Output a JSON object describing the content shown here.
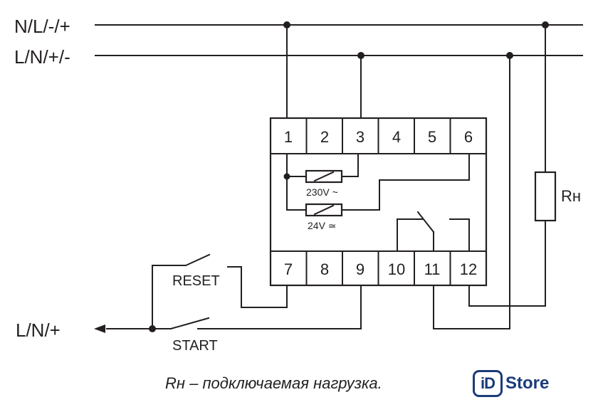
{
  "lines": {
    "top": "N/L/-/+",
    "second": "L/N/+/-",
    "bottom": "L/N/+"
  },
  "terminals_top": [
    "1",
    "2",
    "3",
    "4",
    "5",
    "6"
  ],
  "terminals_bottom": [
    "7",
    "8",
    "9",
    "10",
    "11",
    "12"
  ],
  "coils": {
    "ac": "230V ~",
    "dc": "24V ≃"
  },
  "buttons": {
    "reset": "RESET",
    "start": "START"
  },
  "load": "Rн",
  "caption": "Rн – подключаемая нагрузка.",
  "logo": {
    "mark": "iD",
    "text": "Store",
    "color": "#1a3b7a"
  },
  "colors": {
    "wire": "#231f20"
  }
}
